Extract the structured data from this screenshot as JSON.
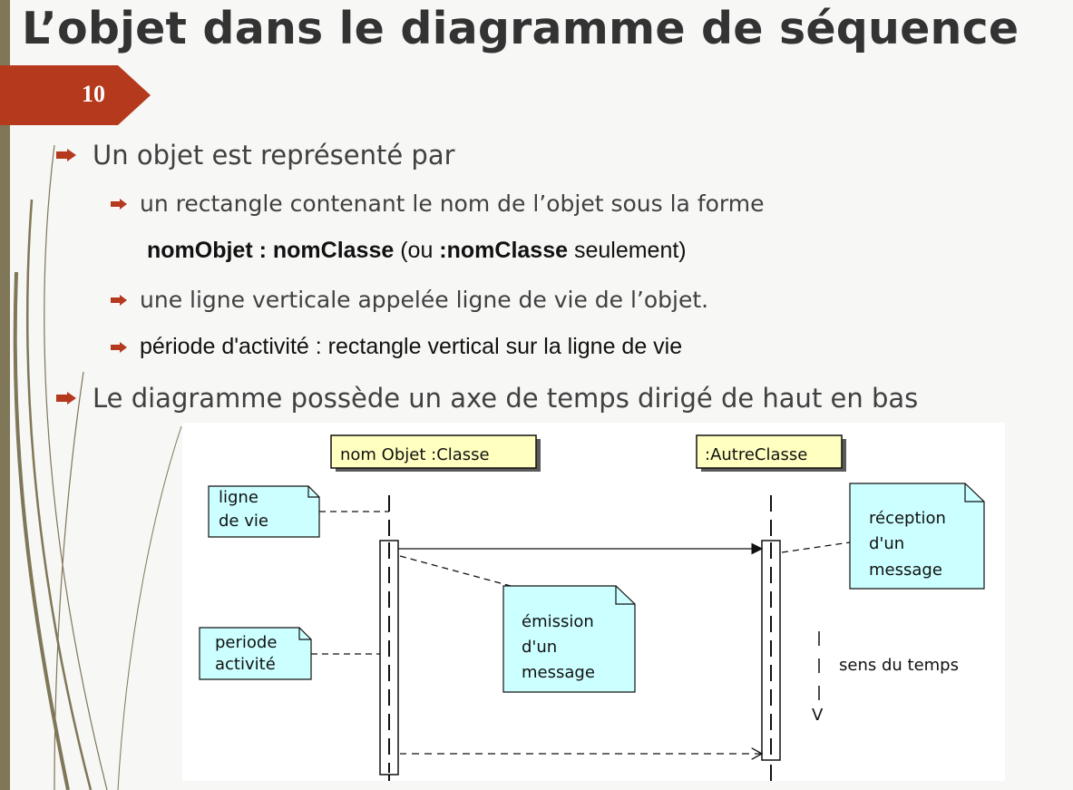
{
  "slide": {
    "title": "L’objet dans le diagramme de séquence",
    "number": "10"
  },
  "bullets": {
    "b1": "Un objet est représenté par",
    "b1a": "un rectangle contenant le nom de l’objet sous la forme",
    "b1a_bold1": "nomObjet : nomClasse",
    "b1a_mid": " (ou ",
    "b1a_bold2": ":nomClasse",
    "b1a_end": " seulement)",
    "b1b": "une ligne verticale appelée ligne de vie de l’objet.",
    "b1c": "période d'activité : rectangle vertical sur la ligne de vie",
    "b2": "Le diagramme possède un axe de temps dirigé de haut en bas"
  },
  "diagram": {
    "object1": "nom Objet  :Classe",
    "object2": ":AutreClasse",
    "note_lifeline": [
      "ligne",
      "de vie"
    ],
    "note_activity": [
      "periode",
      "activité"
    ],
    "note_emission": [
      "émission",
      "d'un",
      "message"
    ],
    "note_reception": [
      "réception",
      "d'un",
      "message"
    ],
    "time_label": "sens du temps",
    "time_arrow": "V"
  },
  "colors": {
    "accent": "#b5391d",
    "band": "#7f7757",
    "object_fill": "#ffffc0",
    "note_fill": "#ccffff"
  }
}
